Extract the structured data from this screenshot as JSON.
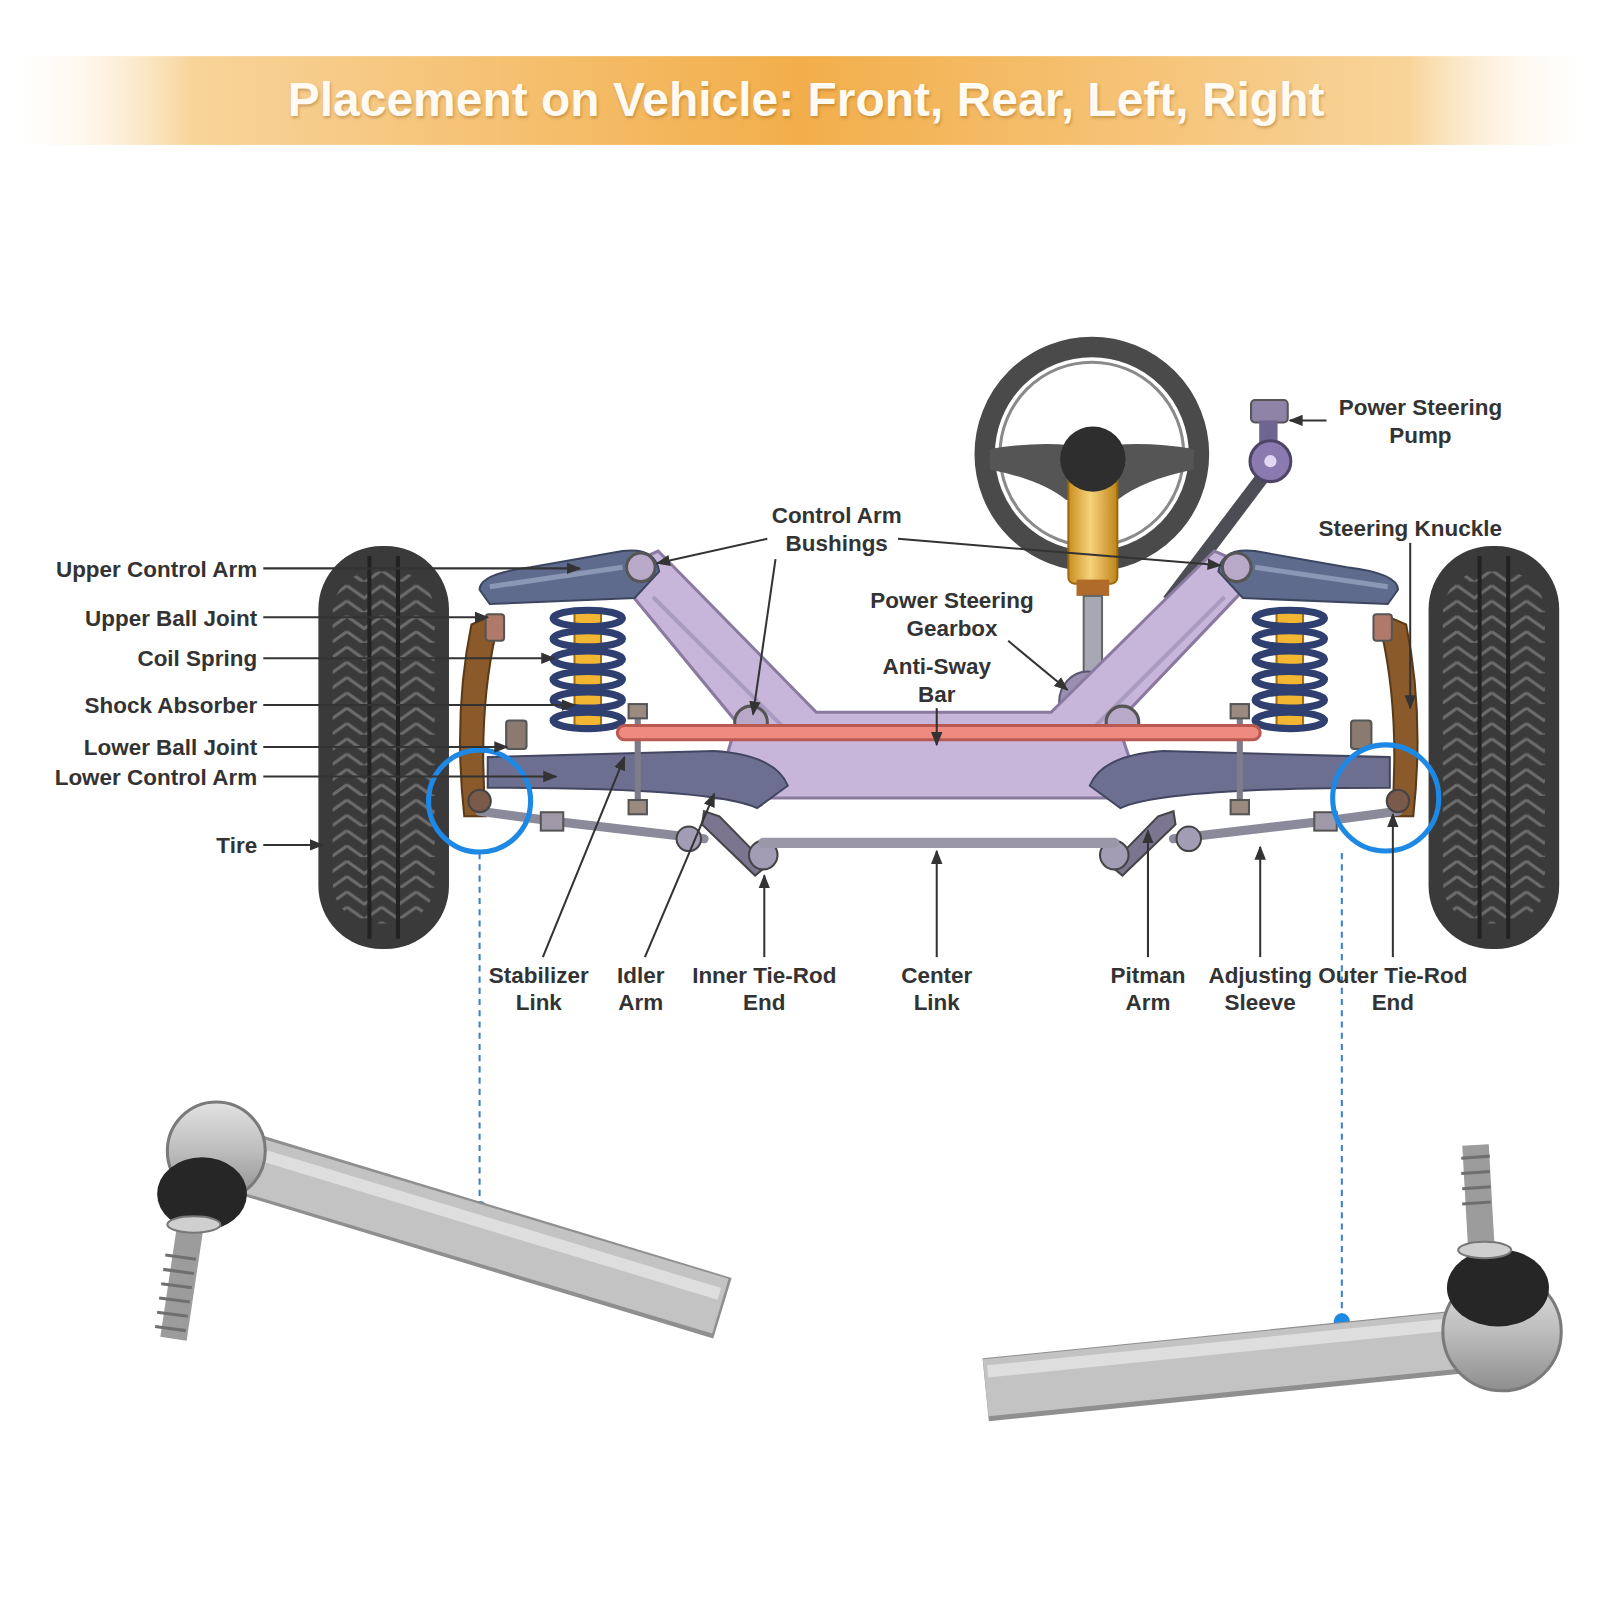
{
  "diagram": {
    "title": "Placement on Vehicle: Front, Rear, Left, Right",
    "labels": [
      "Upper Control Arm",
      "Upper Ball Joint",
      "Coil Spring",
      "Shock Absorber",
      "Lower Ball Joint",
      "Lower Control Arm",
      "Tire",
      "Control Arm Bushings",
      "Power Steering Gearbox",
      "Anti-Sway Bar",
      "Power Steering Pump",
      "Steering Knuckle",
      "Stabilizer Link",
      "Idler Arm",
      "Inner Tie-Rod End",
      "Center Link",
      "Pitman Arm",
      "Adjusting Sleeve",
      "Outer Tie-Rod End"
    ]
  }
}
